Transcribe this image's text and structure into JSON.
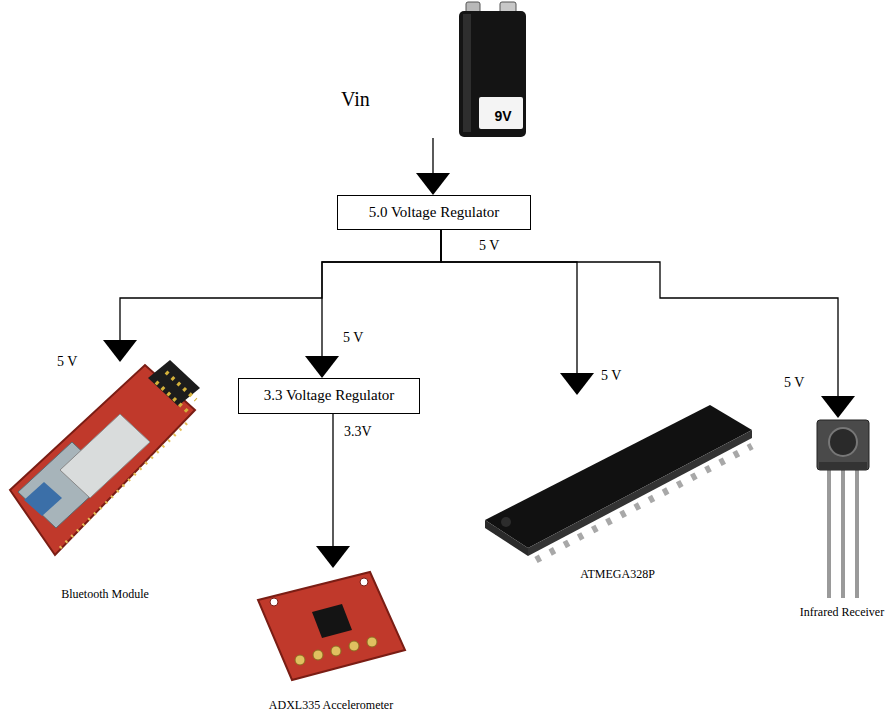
{
  "diagram": {
    "nodes": [
      {
        "text": [
          "9V"
        ]
      },
      {
        "text": [
          "5.0 Voltage Regulator"
        ]
      },
      {
        "text": [
          "3.3 Voltage Regulator"
        ]
      },
      {
        "text": [
          "Bluetooth Module"
        ]
      },
      {
        "text": [
          "ATMEGA328P"
        ]
      },
      {
        "text": [
          "Infrared Receiver"
        ]
      },
      {
        "text": [
          "ADXL335 Accelerometer"
        ]
      }
    ],
    "edges": [
      {
        "from": 0,
        "to": 1,
        "arrow": "to",
        "label": "Vin"
      },
      {
        "from": 1,
        "to": 3,
        "arrow": "to",
        "label": "5 V"
      },
      {
        "from": 1,
        "to": 2,
        "arrow": "to",
        "label": "5 V"
      },
      {
        "from": 1,
        "to": 4,
        "arrow": "to",
        "label": "5 V"
      },
      {
        "from": 1,
        "to": 5,
        "arrow": "to",
        "label": "5 V"
      },
      {
        "from": 2,
        "to": 6,
        "arrow": "to",
        "label": "3.3V"
      }
    ],
    "labels": [
      "5 V"
    ]
  }
}
